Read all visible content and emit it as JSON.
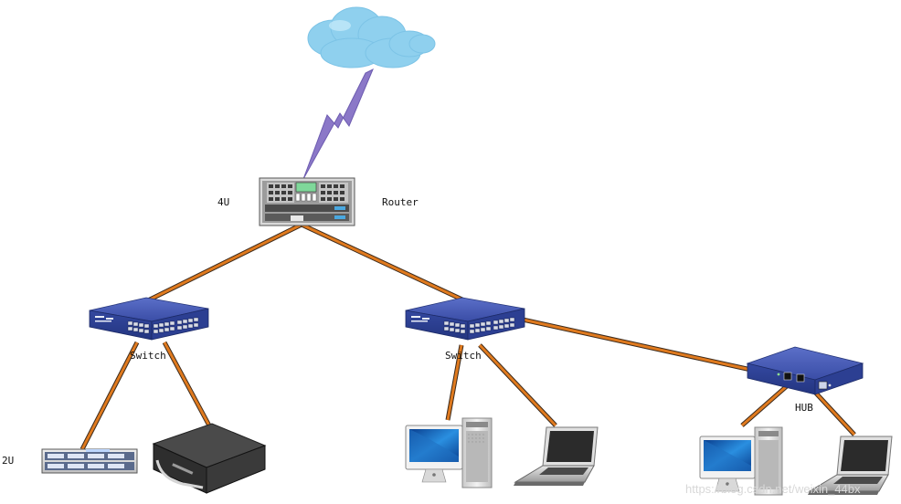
{
  "labels": {
    "router_size": "4U",
    "router": "Router",
    "switch_left": "Switch",
    "switch_right": "Switch",
    "hub": "HUB",
    "server_size": "2U"
  },
  "watermark": "https://blog.csdn.net/weixin_44bx",
  "colors": {
    "cable": "#e07a1e",
    "cable_edge": "#3b2a1c",
    "cloud": "#8fd0ee",
    "lightning": "#8b78c8",
    "device_blue": "#3a4fa0"
  }
}
